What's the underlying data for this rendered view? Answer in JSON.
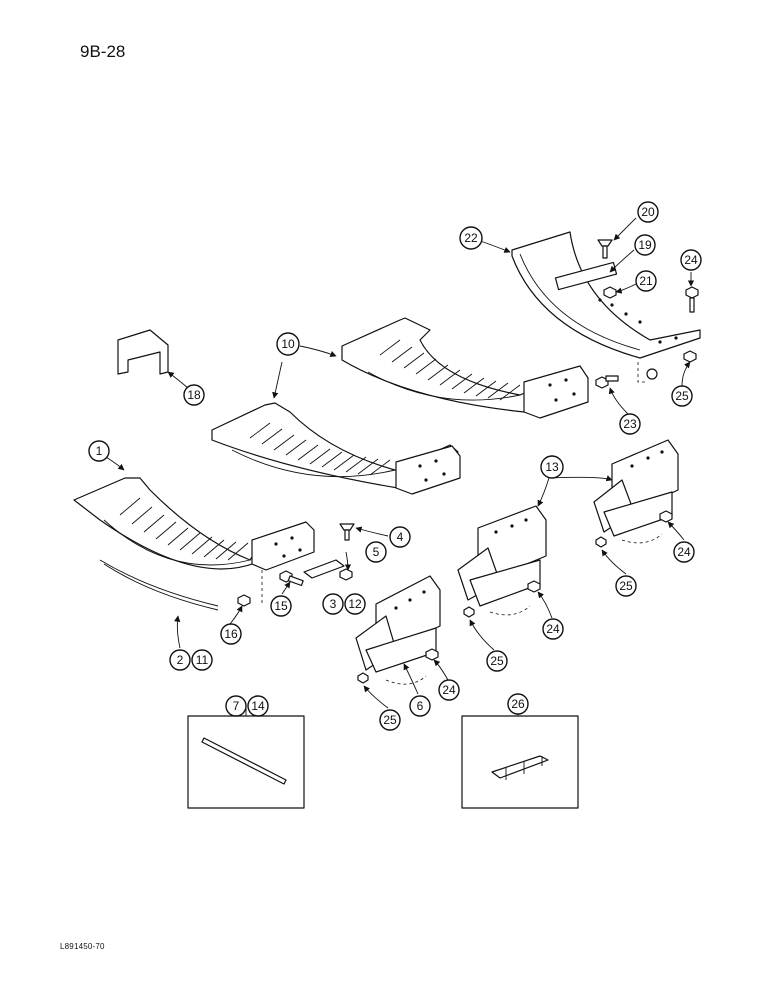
{
  "page": {
    "number": "9B-28",
    "figure_code": "L891450-70"
  },
  "callouts": {
    "c1": "1",
    "c2": "2",
    "c3": "3",
    "c4": "4",
    "c5": "5",
    "c6": "6",
    "c7": "7",
    "c10": "10",
    "c11": "11",
    "c12": "12",
    "c13": "13",
    "c14": "14",
    "c15": "15",
    "c16": "16",
    "c18": "18",
    "c19": "19",
    "c20": "20",
    "c21": "21",
    "c22": "22",
    "c23": "23",
    "c24a": "24",
    "c24b": "24",
    "c24c": "24",
    "c24d": "24",
    "c25a": "25",
    "c25b": "25",
    "c25c": "25",
    "c25d": "25",
    "c26": "26"
  },
  "colors": {
    "ink": "#111111",
    "paper": "#ffffff"
  }
}
